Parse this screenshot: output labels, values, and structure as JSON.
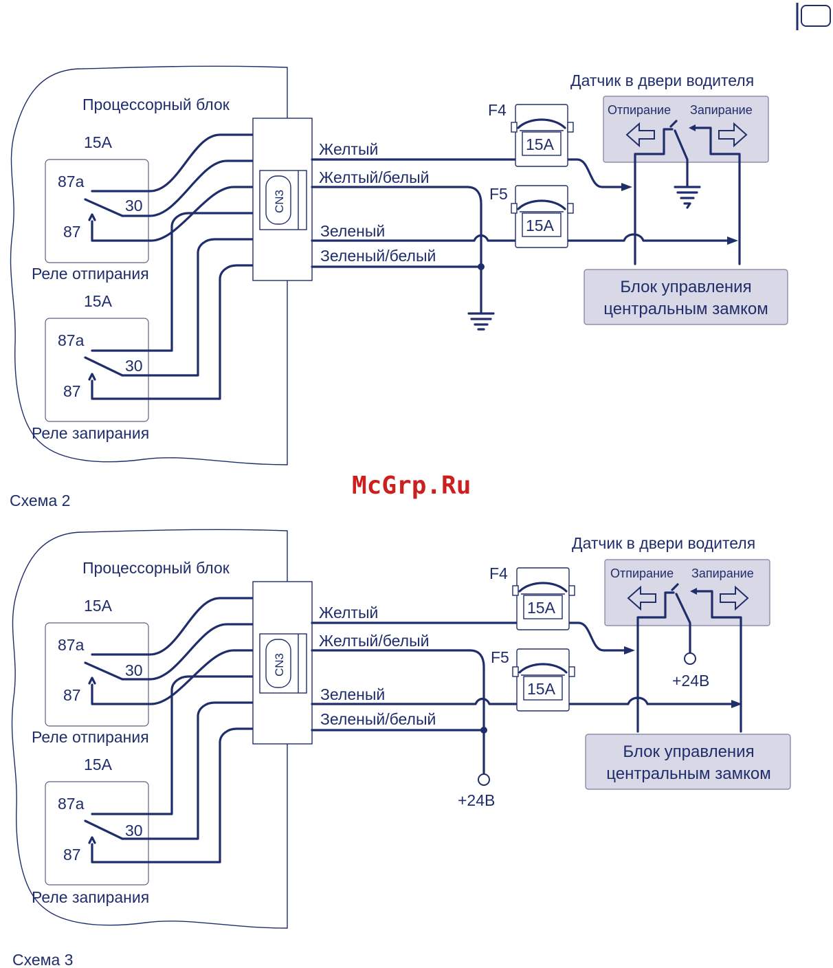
{
  "watermark": "McGrp.Ru",
  "schemes": [
    {
      "caption": "Схема 2",
      "processor_label": "Процессорный блок",
      "connector": "CN3",
      "relay_top": {
        "rating": "15A",
        "pin_87a": "87a",
        "pin_30": "30",
        "pin_87": "87",
        "name": "Реле отпирания"
      },
      "relay_bottom": {
        "rating": "15A",
        "pin_87a": "87a",
        "pin_30": "30",
        "pin_87": "87",
        "name": "Реле запирания"
      },
      "wires": [
        "Желтый",
        "Желтый/белый",
        "Зеленый",
        "Зеленый/белый"
      ],
      "fuse_f4": {
        "label": "F4",
        "rating": "15A"
      },
      "fuse_f5": {
        "label": "F5",
        "rating": "15A"
      },
      "sensor_title": "Датчик в двери водителя",
      "sensor_unlock": "Отпирание",
      "sensor_lock": "Запирание",
      "control_unit_line1": "Блок управления",
      "control_unit_line2": "центральным замком",
      "sensor_terminal": "ground",
      "junction_terminal": "ground"
    },
    {
      "caption": "Схема 3",
      "processor_label": "Процессорный блок",
      "connector": "CN3",
      "relay_top": {
        "rating": "15A",
        "pin_87a": "87a",
        "pin_30": "30",
        "pin_87": "87",
        "name": "Реле отпирания"
      },
      "relay_bottom": {
        "rating": "15A",
        "pin_87a": "87a",
        "pin_30": "30",
        "pin_87": "87",
        "name": "Реле запирания"
      },
      "wires": [
        "Желтый",
        "Желтый/белый",
        "Зеленый",
        "Зеленый/белый"
      ],
      "fuse_f4": {
        "label": "F4",
        "rating": "15A"
      },
      "fuse_f5": {
        "label": "F5",
        "rating": "15A"
      },
      "sensor_title": "Датчик в двери водителя",
      "sensor_unlock": "Отпирание",
      "sensor_lock": "Запирание",
      "control_unit_line1": "Блок управления",
      "control_unit_line2": "центральным замком",
      "sensor_terminal": "+24B",
      "junction_terminal": "+24B"
    }
  ]
}
